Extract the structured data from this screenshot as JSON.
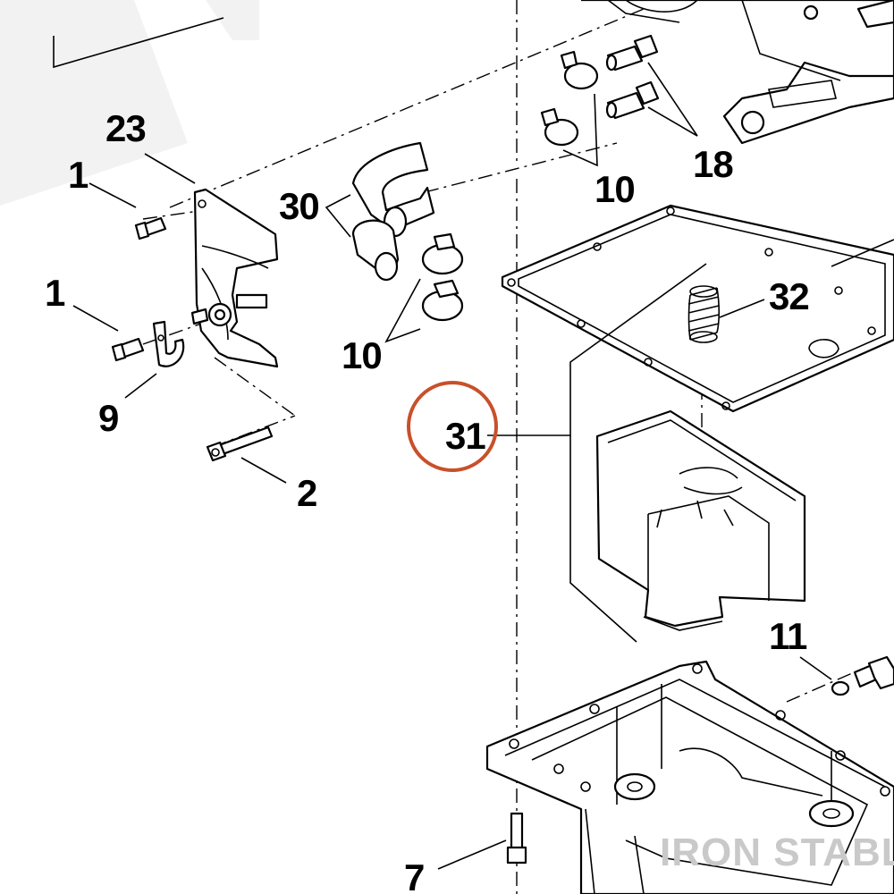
{
  "callouts": {
    "c23": "23",
    "c1a": "1",
    "c1b": "1",
    "c9": "9",
    "c2": "2",
    "c30": "30",
    "c10a": "10",
    "c10b": "10",
    "c18": "18",
    "c32": "32",
    "c31": "31",
    "c11": "11",
    "c7": "7"
  },
  "highlight": {
    "callout": "31",
    "color": "#c8502a"
  },
  "watermark": "IRON STABLE",
  "colors": {
    "line": "#000000",
    "watermark": "#c9c9c9",
    "background": "#ffffff"
  }
}
